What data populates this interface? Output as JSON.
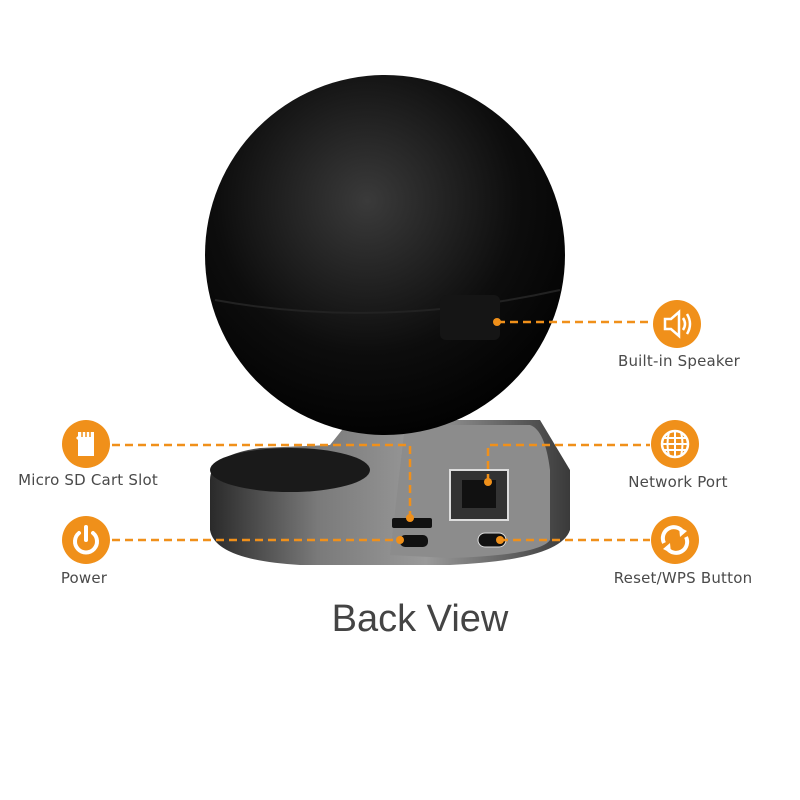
{
  "title": "Back View",
  "accent_color": "#f0901a",
  "callouts": [
    {
      "label": "Built-in Speaker",
      "icon": "speaker-icon"
    },
    {
      "label": "Network Port",
      "icon": "globe-icon"
    },
    {
      "label": "Reset/WPS Button",
      "icon": "refresh-icon"
    },
    {
      "label": "Micro SD Cart Slot",
      "icon": "sd-card-icon"
    },
    {
      "label": "Power",
      "icon": "power-icon"
    }
  ]
}
